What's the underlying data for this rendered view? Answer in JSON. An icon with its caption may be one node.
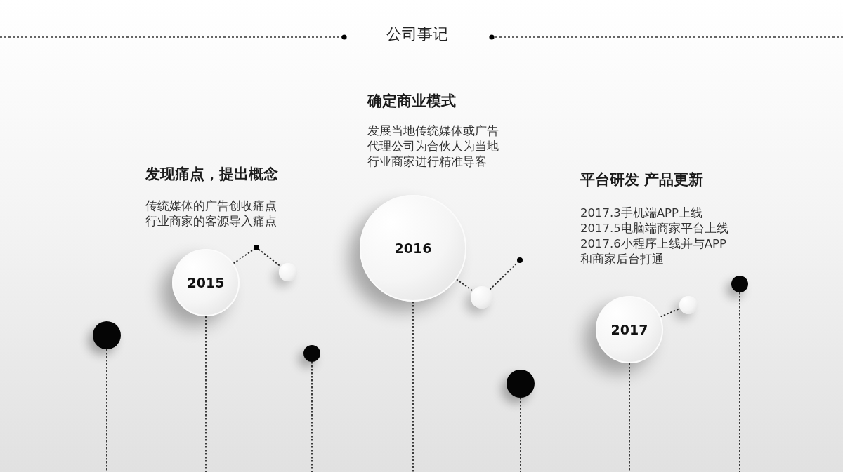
{
  "diagram": {
    "title": "公司事记",
    "nodes": [
      {
        "text": [],
        "shape": "circle"
      },
      {
        "text": [
          "2015"
        ],
        "beside": [
          "发现痛点，提出概念",
          "传统媒体的广告创收痛点",
          "行业商家的客源导入痛点"
        ]
      },
      {
        "text": [],
        "shape": "circle"
      },
      {
        "text": [],
        "shape": "circle"
      },
      {
        "text": [],
        "shape": "circle"
      },
      {
        "text": [
          "2016"
        ],
        "beside": [
          "确定商业模式",
          "发展当地传统媒体或广告代理公司为合伙人为当地行业商家进行精准导客"
        ]
      },
      {
        "text": [],
        "shape": "circle"
      },
      {
        "text": [],
        "shape": "circle"
      },
      {
        "text": [],
        "shape": "circle"
      },
      {
        "text": [
          "2017"
        ],
        "beside": [
          "平台研发 产品更新",
          "2017.3手机端APP上线",
          "2017.5电脑端商家平台上线",
          "2017.6小程序上线并与APP和商家后台打通"
        ]
      },
      {
        "text": [],
        "shape": "circle"
      },
      {
        "text": [],
        "shape": "circle"
      }
    ],
    "edges": [
      {
        "from": 1,
        "to": 2,
        "arrow": "none"
      },
      {
        "from": 2,
        "to": 3,
        "arrow": "none"
      },
      {
        "from": 5,
        "to": 6,
        "arrow": "none"
      },
      {
        "from": 6,
        "to": 7,
        "arrow": "none"
      },
      {
        "from": 9,
        "to": 10,
        "arrow": "none"
      },
      {
        "from": 0,
        "to": null,
        "arrow": "none"
      },
      {
        "from": 1,
        "to": null,
        "arrow": "none"
      },
      {
        "from": 4,
        "to": null,
        "arrow": "none"
      },
      {
        "from": 5,
        "to": null,
        "arrow": "none"
      },
      {
        "from": 8,
        "to": null,
        "arrow": "none"
      },
      {
        "from": 9,
        "to": null,
        "arrow": "none"
      },
      {
        "from": 11,
        "to": null,
        "arrow": "none"
      }
    ]
  }
}
